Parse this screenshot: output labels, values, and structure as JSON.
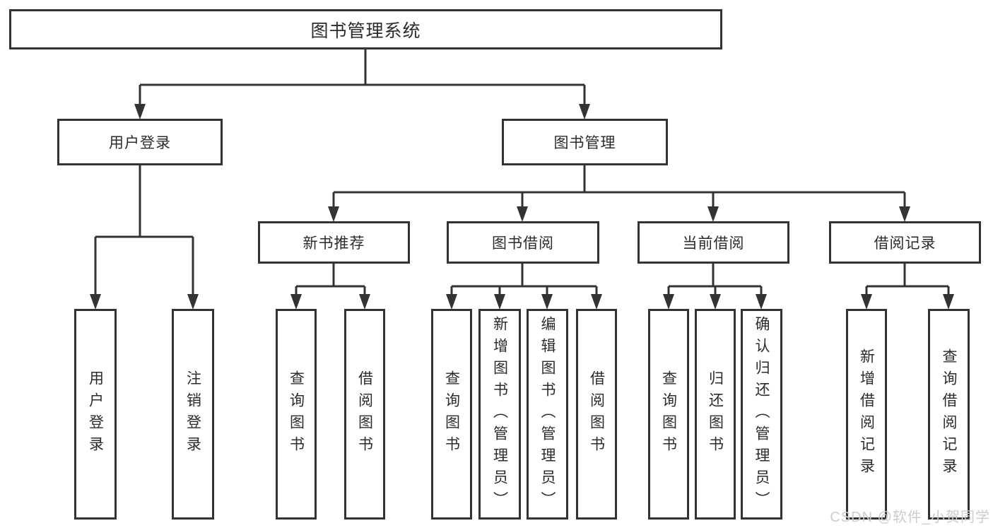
{
  "tree": {
    "root": {
      "label": "图书管理系统"
    },
    "children": [
      {
        "label": "用户登录",
        "children": [
          {
            "label": "用户登录"
          },
          {
            "label": "注销登录"
          }
        ]
      },
      {
        "label": "图书管理",
        "children": [
          {
            "label": "新书推荐",
            "children": [
              {
                "label": "查询图书"
              },
              {
                "label": "借阅图书"
              }
            ]
          },
          {
            "label": "图书借阅",
            "children": [
              {
                "label": "查询图书"
              },
              {
                "label": "新增图书（管理员）"
              },
              {
                "label": "编辑图书（管理员）"
              },
              {
                "label": "借阅图书"
              }
            ]
          },
          {
            "label": "当前借阅",
            "children": [
              {
                "label": "查询图书"
              },
              {
                "label": "归还图书"
              },
              {
                "label": "确认归还（管理员）"
              }
            ]
          },
          {
            "label": "借阅记录",
            "children": [
              {
                "label": "新增借阅记录"
              },
              {
                "label": "查询借阅记录"
              }
            ]
          }
        ]
      }
    ]
  },
  "watermark": "CSDN @软件_小贺同学",
  "colors": {
    "line": "#333333",
    "text": "#2b2b2b",
    "background": "#ffffff",
    "watermark": "#cccccc"
  }
}
